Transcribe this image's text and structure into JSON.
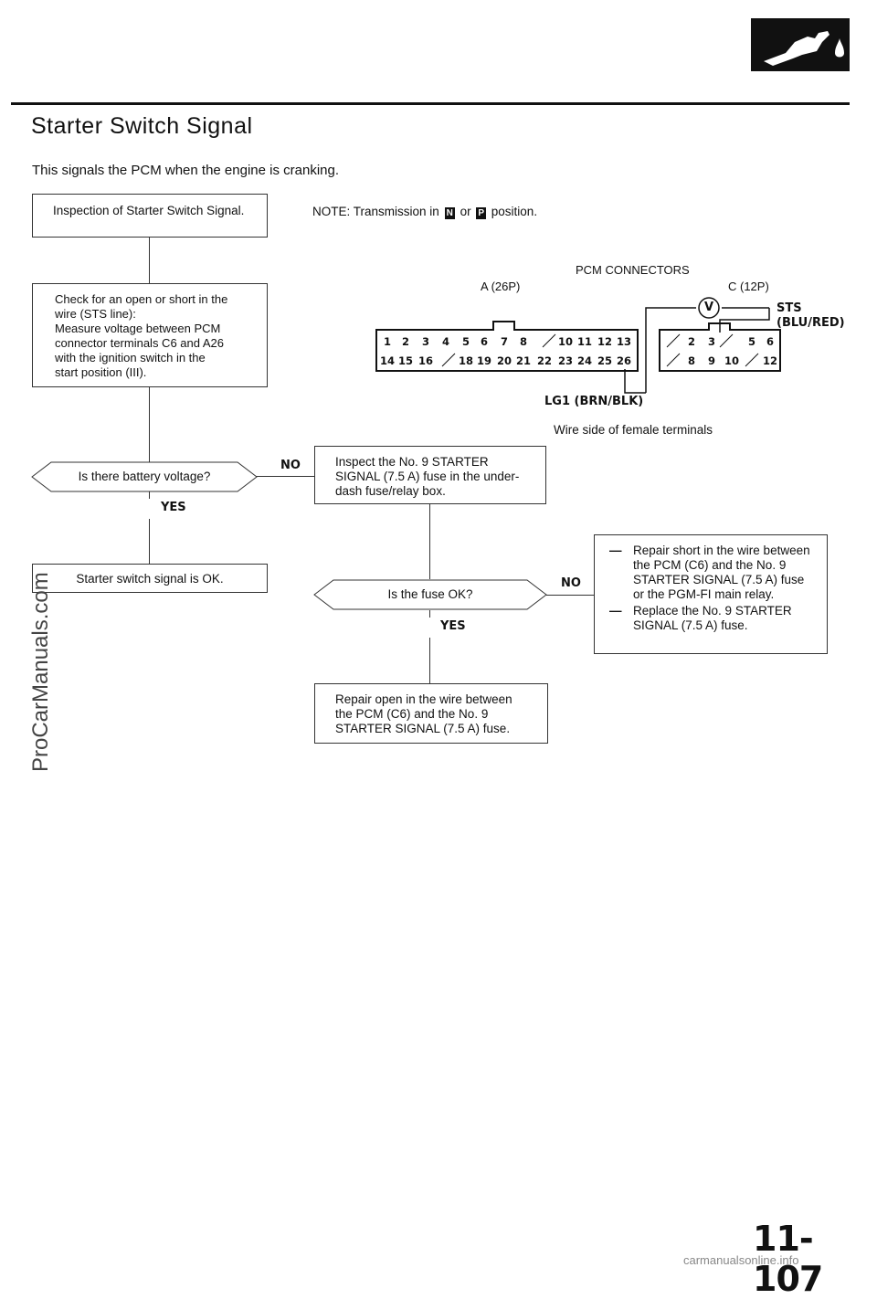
{
  "page": {
    "title": "Starter Switch Signal",
    "subtitle": "This signals the PCM when the engine is cranking.",
    "page_number": "11-107",
    "watermark_left": "ProCarManuals.com",
    "watermark_bottom": "carmanualsonline.info",
    "section_icon": "fuel-nozzle-icon"
  },
  "note": {
    "prefix": "NOTE: Transmission in",
    "gear_n": "N",
    "or_text": "or",
    "gear_p": "P",
    "suffix": "position."
  },
  "connectors": {
    "heading": "PCM CONNECTORS",
    "a_label": "A (26P)",
    "c_label": "C (12P)",
    "sts_name": "STS",
    "sts_color": "(BLU/RED)",
    "lg1_label": "LG1 (BRN/BLK)",
    "volt_symbol": "V",
    "caption": "Wire side of female terminals",
    "a_row1": [
      "1",
      "2",
      "3",
      "4",
      "5",
      "6",
      "7",
      "8",
      "",
      "10",
      "11",
      "12",
      "13"
    ],
    "a_row2": [
      "14",
      "15",
      "16",
      "",
      "18",
      "19",
      "20",
      "21",
      "22",
      "23",
      "24",
      "25",
      "26"
    ],
    "c_row1": [
      "",
      "2",
      "3",
      "",
      "5",
      "6"
    ],
    "c_row2": [
      "",
      "8",
      "9",
      "10",
      "",
      "12"
    ]
  },
  "flow": {
    "inspection": "Inspection of Starter Switch Signal.",
    "check": [
      "Check for an open or short in the",
      "wire (STS line):",
      "Measure voltage between PCM",
      "connector terminals C6 and A26",
      "with the ignition switch in the",
      "start position (III)."
    ],
    "question1": "Is there battery voltage?",
    "yes1": "YES",
    "no1": "NO",
    "ok_result": "Starter switch signal is OK.",
    "inspect_fuse": "Inspect the No. 9 STARTER SIGNAL (7.5 A) fuse in the under-dash fuse/relay box.",
    "question2": "Is the fuse OK?",
    "yes2": "YES",
    "no2": "NO",
    "repair_short_1": "Repair short in the wire between the PCM (C6) and the No. 9 STARTER SIGNAL (7.5 A) fuse or the PGM-FI main relay.",
    "repair_short_2": "Replace the No. 9 STARTER SIGNAL (7.5 A) fuse.",
    "repair_open": "Repair open in the wire between the PCM (C6) and the No. 9 STARTER SIGNAL (7.5 A) fuse."
  }
}
